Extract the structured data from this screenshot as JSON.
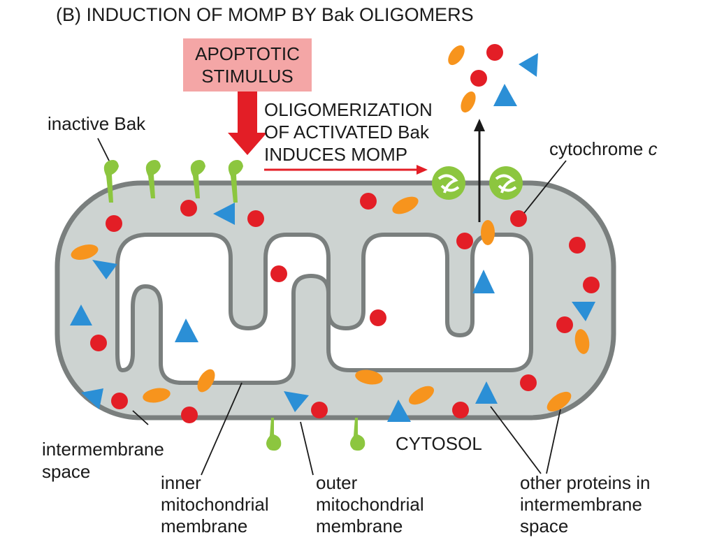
{
  "title": "(B) INDUCTION OF MOMP BY Bak OLIGOMERS",
  "stimulus": {
    "line1": "APOPTOTIC",
    "line2": "STIMULUS"
  },
  "process": {
    "line1": "OLIGOMERIZATION",
    "line2": "OF ACTIVATED Bak",
    "line3": "INDUCES MOMP"
  },
  "labels": {
    "inactive_bak": "inactive Bak",
    "cytochrome": "cytochrome",
    "cytochrome_c": "c",
    "cytosol": "CYTOSOL",
    "intermembrane_1": "intermembrane",
    "intermembrane_2": "space",
    "inner_1": "inner",
    "inner_2": "mitochondrial",
    "inner_3": "membrane",
    "outer_1": "outer",
    "outer_2": "mitochondrial",
    "outer_3": "membrane",
    "other_1": "other proteins in",
    "other_2": "intermembrane",
    "other_3": "space"
  },
  "colors": {
    "membrane": "#7a7f7e",
    "intermembrane_fill": "#cdd3d1",
    "matrix_fill": "#ffffff",
    "bak": "#8cc63f",
    "cytochrome_c": "#e31e26",
    "protein_triangle": "#2b8fd6",
    "protein_oval": "#f7941d",
    "stimulus_box": "#f4a6a6",
    "stimulus_arrow": "#e31e26"
  },
  "icons": [
    "inactive-bak-icon",
    "bak-oligomer-icon",
    "cytochrome-c-icon",
    "triangle-protein-icon",
    "oval-protein-icon"
  ]
}
